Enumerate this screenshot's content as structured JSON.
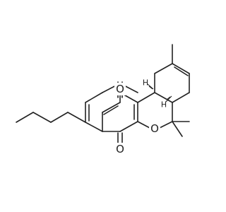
{
  "atoms": {
    "ketone_top": "O",
    "ketone_bottom": "O",
    "ring_oxygen": "O",
    "h_upper": "H",
    "h_lower": "H"
  },
  "colors": {
    "bond": "#222222",
    "background": "#ffffff"
  }
}
